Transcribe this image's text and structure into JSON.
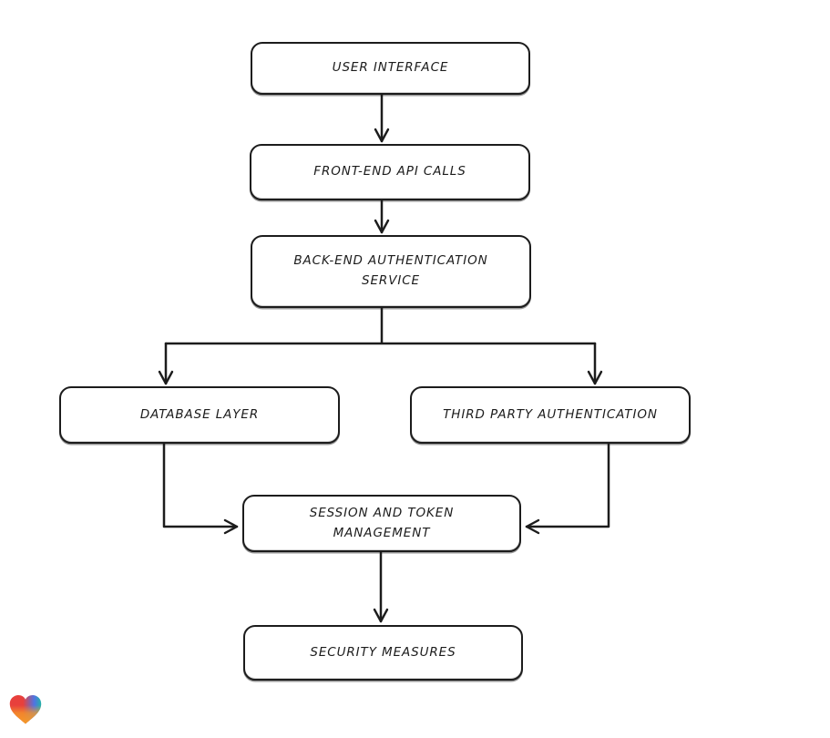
{
  "canvas": {
    "background": "#ffffff",
    "stroke_color": "#1c1c1c",
    "node_fill": "#ffffff"
  },
  "diagram": {
    "type": "flowchart",
    "nodes": [
      {
        "id": "user-interface",
        "label": "USER INTERFACE"
      },
      {
        "id": "front-end-api-calls",
        "label": "FRONT-END API CALLS"
      },
      {
        "id": "back-end-authentication-service",
        "label": "BACK-END AUTHENTICATION\nSERVICE"
      },
      {
        "id": "database-layer",
        "label": "DATABASE LAYER"
      },
      {
        "id": "third-party-authentication",
        "label": "THIRD PARTY AUTHENTICATION"
      },
      {
        "id": "session-and-token-management",
        "label": "SESSION AND TOKEN\nMANAGEMENT"
      },
      {
        "id": "security-measures",
        "label": "SECURITY MEASURES"
      }
    ],
    "edges": [
      {
        "from": "user-interface",
        "to": "front-end-api-calls"
      },
      {
        "from": "front-end-api-calls",
        "to": "back-end-authentication-service"
      },
      {
        "from": "back-end-authentication-service",
        "to": "database-layer"
      },
      {
        "from": "back-end-authentication-service",
        "to": "third-party-authentication"
      },
      {
        "from": "database-layer",
        "to": "session-and-token-management"
      },
      {
        "from": "third-party-authentication",
        "to": "session-and-token-management"
      },
      {
        "from": "session-and-token-management",
        "to": "security-measures"
      }
    ]
  },
  "watermark": {
    "icon": "heart-icon",
    "colors": [
      "#e8403c",
      "#f59a28",
      "#4f74e3",
      "#23b2a8"
    ]
  }
}
